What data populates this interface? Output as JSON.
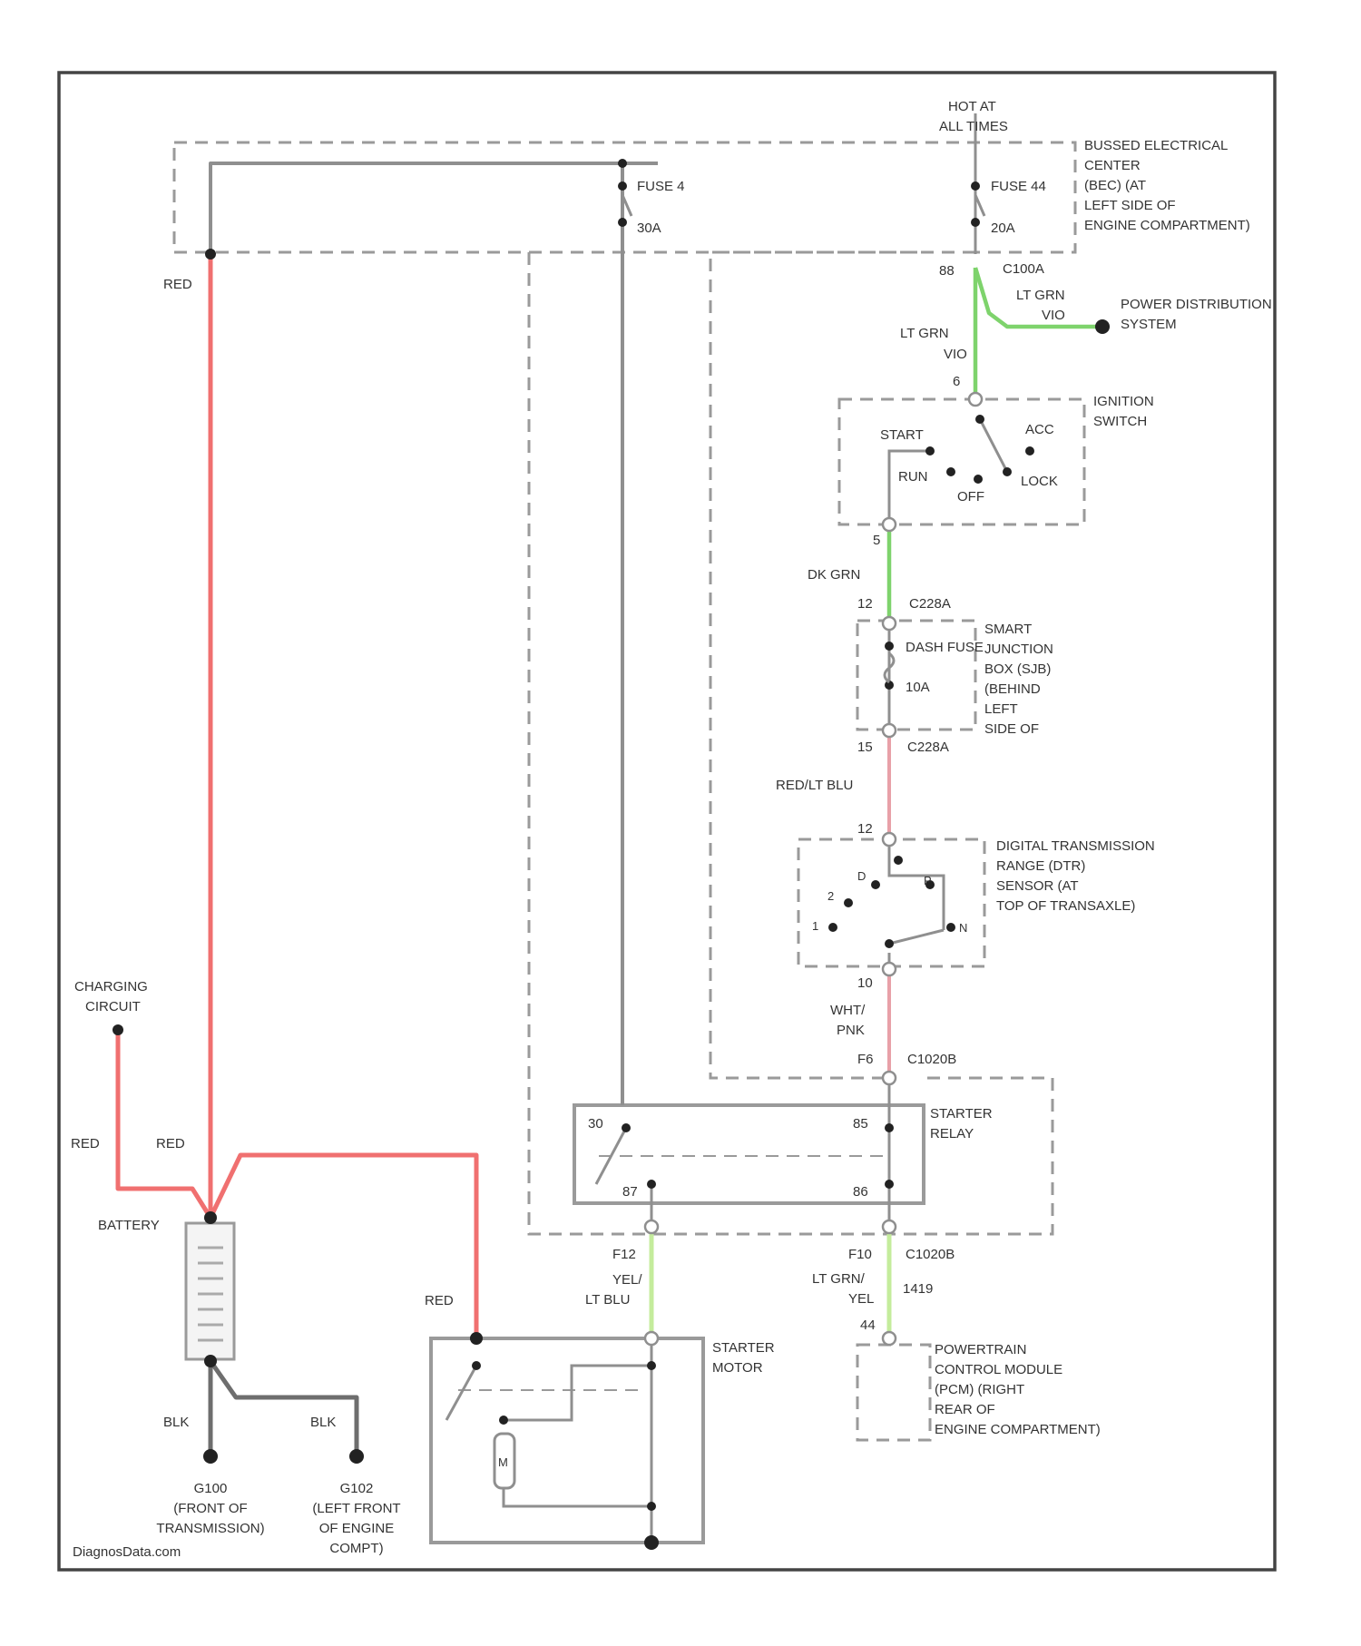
{
  "hot_at_all_times": [
    "HOT AT",
    "ALL TIMES"
  ],
  "bussed_electrical_center": [
    "BUSSED ELECTRICAL",
    "CENTER",
    "(BEC) (AT",
    "LEFT SIDE OF",
    "ENGINE COMPARTMENT)"
  ],
  "fuse_a": {
    "name": "FUSE 4",
    "rating": "30A"
  },
  "fuse_b": {
    "name": "FUSE 44",
    "rating": "20A"
  },
  "c100a": {
    "pin": "88",
    "name": "C100A"
  },
  "wire_lt_grn_vio_1": [
    "LT GRN",
    "VIO"
  ],
  "wire_lt_grn_vio_2": [
    "LT GRN",
    "VIO"
  ],
  "power_distribution": [
    "POWER DISTRIBUTION",
    "SYSTEM"
  ],
  "ignition_switch": {
    "label": [
      "IGNITION",
      "SWITCH"
    ],
    "pin_top": "6",
    "positions": {
      "start": "START",
      "acc": "ACC",
      "run": "RUN",
      "off": "OFF",
      "lock": "LOCK"
    },
    "pin_bottom": "5"
  },
  "wire_dk_grn": "DK GRN",
  "c228a_top": {
    "pin": "12",
    "name": "C228A"
  },
  "smart_junction_box": {
    "fuse_name": "DASH FUSE",
    "fuse_rating": "10A",
    "label": [
      "SMART",
      "JUNCTION",
      "BOX (SJB)",
      "(BEHIND",
      "LEFT",
      "SIDE OF"
    ]
  },
  "c228a_bottom": {
    "pin": "15",
    "name": "C228A"
  },
  "wire_red_lt_blu": "RED/LT BLU",
  "dtr_sensor": {
    "pin_top": "12",
    "label": [
      "DIGITAL TRANSMISSION",
      "RANGE (DTR)",
      "SENSOR (AT",
      "TOP OF TRANSAXLE)"
    ],
    "gears": [
      "D",
      "2",
      "1",
      "P",
      "N"
    ],
    "pin_bottom": "10"
  },
  "wire_wht_pnk": [
    "WHT/",
    "PNK"
  ],
  "c1020b_top": {
    "pin": "F6",
    "name": "C1020B"
  },
  "starter_relay": {
    "label": [
      "STARTER",
      "RELAY"
    ],
    "pin_tl": "30",
    "pin_tr": "85",
    "pin_bl": "87",
    "pin_br": "86"
  },
  "c1020b_bottom": {
    "pin_left": "F12",
    "pin_right": "F10",
    "name": "C1020B"
  },
  "wire_yel_lt_blu": [
    "YEL/",
    "LT BLU"
  ],
  "wire_lt_grn_yel": [
    "LT GRN/",
    "YEL"
  ],
  "pcm_pin_label": "1419",
  "pcm_pin": "44",
  "pcm": [
    "POWERTRAIN",
    "CONTROL MODULE",
    "(PCM) (RIGHT",
    "REAR OF",
    "ENGINE COMPARTMENT)"
  ],
  "starter_motor": [
    "STARTER",
    "MOTOR"
  ],
  "motor_symbol": "M",
  "charging_circuit": [
    "CHARGING",
    "CIRCUIT"
  ],
  "wire_red_1": "RED",
  "wire_red_2": "RED",
  "wire_red_3": "RED",
  "wire_red_4": "RED",
  "battery": "BATTERY",
  "wire_blk_1": "BLK",
  "wire_blk_2": "BLK",
  "g100": [
    "G100",
    "(FRONT OF",
    "TRANSMISSION)"
  ],
  "g102": [
    "G102",
    "(LEFT FRONT",
    "OF ENGINE",
    "COMPT)"
  ],
  "watermark": "DiagnosData.com"
}
